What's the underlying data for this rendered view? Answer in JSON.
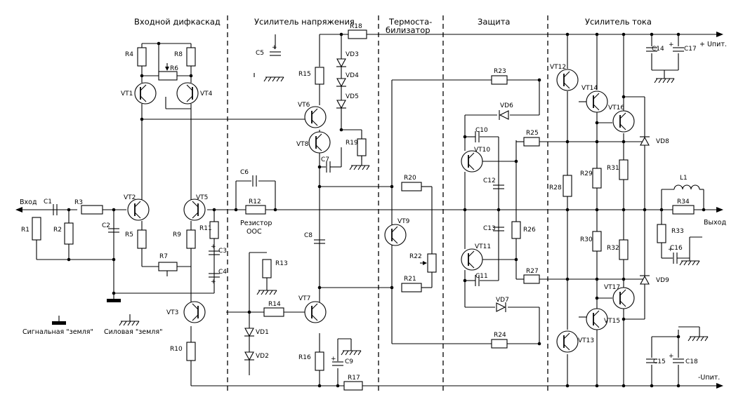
{
  "sections": {
    "input_diff": "Входной дифкаскад",
    "voltage_amp": "Усилитель напряжения",
    "thermo_1": "Термоста-",
    "thermo_2": "билизатор",
    "protection": "Защита",
    "current_amp": "Усилитель тока"
  },
  "terminals": {
    "input": "Вход",
    "output": "Выход",
    "pos_supply": "+ Uпит.",
    "neg_supply": "-Uпит."
  },
  "notes": {
    "feedback_1": "Резистор",
    "feedback_2": "ООС",
    "signal_ground": "Сигнальная \"земля\"",
    "power_ground": "Силовая \"земля\""
  },
  "transistors": [
    "VT1",
    "VT2",
    "VT3",
    "VT4",
    "VT5",
    "VT6",
    "VT7",
    "VT8",
    "VT9",
    "VT10",
    "VT11",
    "VT12",
    "VT13",
    "VT14",
    "VT15",
    "VT16",
    "VT17"
  ],
  "resistors": [
    "R1",
    "R2",
    "R3",
    "R4",
    "R5",
    "R6",
    "R7",
    "R8",
    "R9",
    "R10",
    "R11",
    "R12",
    "R13",
    "R14",
    "R15",
    "R16",
    "R17",
    "R18",
    "R19",
    "R20",
    "R21",
    "R22",
    "R23",
    "R24",
    "R25",
    "R26",
    "R27",
    "R28",
    "R29",
    "R30",
    "R31",
    "R32",
    "R33",
    "R34"
  ],
  "capacitors": [
    "C1",
    "C2",
    "C3",
    "C4",
    "C5",
    "C6",
    "C7",
    "C8",
    "C9",
    "C10",
    "C11",
    "C12",
    "C13",
    "C14",
    "C15",
    "C16",
    "C17",
    "C18"
  ],
  "diodes": [
    "VD1",
    "VD2",
    "VD3",
    "VD4",
    "VD5",
    "VD6",
    "VD7",
    "VD8",
    "VD9"
  ],
  "inductors": [
    "L1"
  ]
}
